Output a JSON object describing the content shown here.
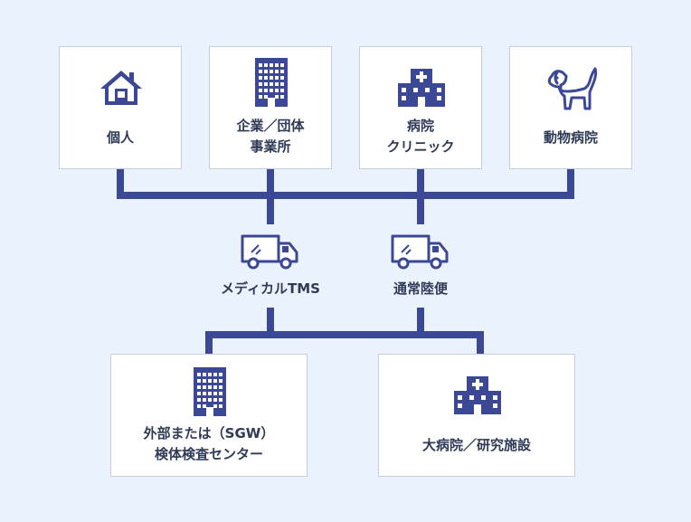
{
  "colors": {
    "background": "#eaf2fd",
    "line": "#3a4896",
    "icon": "#3a4896",
    "text": "#2f3a57"
  },
  "top_nodes": [
    {
      "label_line1": "個人",
      "label_line2": "",
      "icon": "house-icon"
    },
    {
      "label_line1": "企業／団体",
      "label_line2": "事業所",
      "icon": "office-building-icon"
    },
    {
      "label_line1": "病院",
      "label_line2": "クリニック",
      "icon": "hospital-icon"
    },
    {
      "label_line1": "動物病院",
      "label_line2": "",
      "icon": "dog-icon"
    }
  ],
  "transport": [
    {
      "label": "メディカルTMS",
      "icon": "truck-icon"
    },
    {
      "label": "通常陸便",
      "icon": "truck-icon"
    }
  ],
  "bottom_nodes": [
    {
      "label_line1": "外部または（SGW）",
      "label_line2": "検体検査センター",
      "icon": "office-building-icon"
    },
    {
      "label_line1": "大病院／研究施設",
      "label_line2": "",
      "icon": "hospital-icon"
    }
  ]
}
